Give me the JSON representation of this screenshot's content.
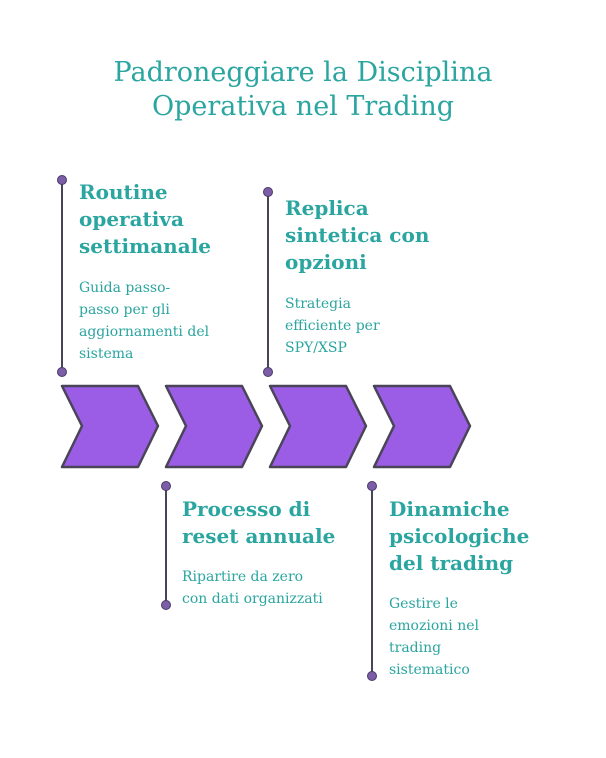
{
  "title": [
    "Padroneggiare la Disciplina",
    "Operativa nel Trading"
  ],
  "steps": [
    {
      "heading": [
        "Routine",
        "operativa",
        "settimanale"
      ],
      "description": [
        "Guida passo-",
        "passo per gli",
        "aggiornamenti del",
        "sistema"
      ]
    },
    {
      "heading": [
        "Processo di",
        "reset annuale"
      ],
      "description": [
        "Ripartire da zero",
        "con dati organizzati"
      ]
    },
    {
      "heading": [
        "Replica",
        "sintetica con",
        "opzioni"
      ],
      "description": [
        "Strategia",
        "efficiente per",
        "SPY/XSP"
      ]
    },
    {
      "heading": [
        "Dinamiche",
        "psicologiche",
        "del trading"
      ],
      "description": [
        "Gestire le",
        "emozioni nel",
        "trading",
        "sistematico"
      ]
    }
  ],
  "colors": {
    "accent": "#2aa5a0",
    "chevron_fill": "#9b5de5",
    "chevron_stroke": "#4a4458",
    "dot": "#7b5ea7"
  }
}
